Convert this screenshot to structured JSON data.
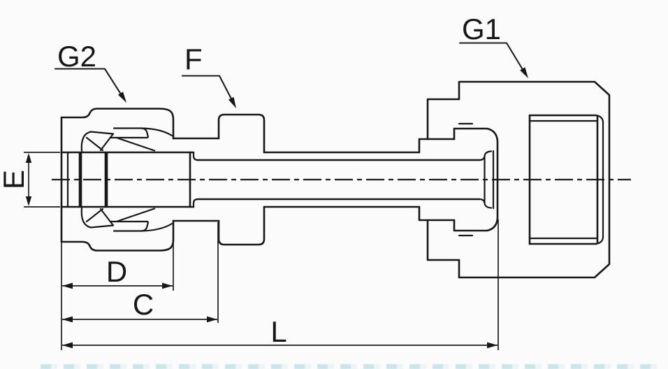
{
  "labels": {
    "g2": "G2",
    "f": "F",
    "g1": "G1",
    "e": "E",
    "d": "D",
    "c": "C",
    "l": "L"
  },
  "colors": {
    "line": "#171717",
    "background": "#fbfbfb",
    "watermark": "#6eb9c8"
  }
}
